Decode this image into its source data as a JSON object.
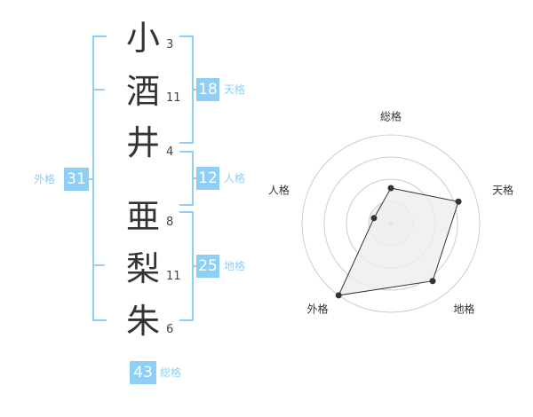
{
  "name": {
    "chars": [
      {
        "char": "小",
        "strokes": "3"
      },
      {
        "char": "酒",
        "strokes": "11"
      },
      {
        "char": "井",
        "strokes": "4"
      },
      {
        "char": "亜",
        "strokes": "8"
      },
      {
        "char": "梨",
        "strokes": "11"
      },
      {
        "char": "朱",
        "strokes": "6"
      }
    ]
  },
  "scores": {
    "tenkaku": {
      "label": "天格",
      "value": "18"
    },
    "jinkaku": {
      "label": "人格",
      "value": "12"
    },
    "chikaku": {
      "label": "地格",
      "value": "25"
    },
    "gaikaku": {
      "label": "外格",
      "value": "31"
    },
    "soukaku": {
      "label": "総格",
      "value": "43"
    }
  },
  "colors": {
    "accent": "#8fcff5",
    "text": "#333333",
    "grid": "#cccccc",
    "fill": "#eeeeee"
  },
  "chart_data": {
    "type": "radar",
    "axes": [
      "総格",
      "天格",
      "地格",
      "外格",
      "人格"
    ],
    "values": [
      2,
      4,
      4,
      5,
      1
    ],
    "scale_max": 5,
    "rings": 4
  }
}
